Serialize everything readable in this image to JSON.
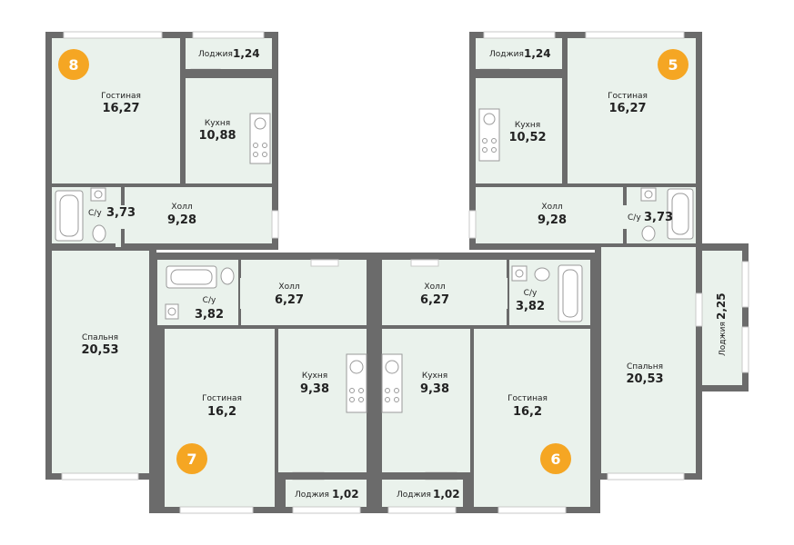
{
  "badges": {
    "apt8": "8",
    "apt5": "5",
    "apt7": "7",
    "apt6": "6"
  },
  "apt8": {
    "living": {
      "label": "Гостиная",
      "area": "16,27"
    },
    "loggia": {
      "label": "Лоджия",
      "area": "1,24"
    },
    "kitchen": {
      "label": "Кухня",
      "area": "10,88"
    },
    "bath": {
      "label": "С/у",
      "area": "3,73"
    },
    "hall": {
      "label": "Холл",
      "area": "9,28"
    },
    "bedroom": {
      "label": "Спальня",
      "area": "20,53"
    }
  },
  "apt5": {
    "loggia": {
      "label": "Лоджия",
      "area": "1,24"
    },
    "living": {
      "label": "Гостиная",
      "area": "16,27"
    },
    "kitchen": {
      "label": "Кухня",
      "area": "10,52"
    },
    "hall": {
      "label": "Холл",
      "area": "9,28"
    },
    "bath": {
      "label": "С/у",
      "area": "3,73"
    },
    "bedroom": {
      "label": "Спальня",
      "area": "20,53"
    },
    "loggia2": {
      "label": "Лоджия",
      "area": "2,25"
    }
  },
  "apt7": {
    "bath": {
      "label": "С/у",
      "area": "3,82"
    },
    "hall": {
      "label": "Холл",
      "area": "6,27"
    },
    "kitchen": {
      "label": "Кухня",
      "area": "9,38"
    },
    "living": {
      "label": "Гостиная",
      "area": "16,2"
    },
    "loggia": {
      "label": "Лоджия",
      "area": "1,02"
    }
  },
  "apt6": {
    "hall": {
      "label": "Холл",
      "area": "6,27"
    },
    "bath": {
      "label": "С/у",
      "area": "3,82"
    },
    "kitchen": {
      "label": "Кухня",
      "area": "9,38"
    },
    "living": {
      "label": "Гостиная",
      "area": "16,2"
    },
    "loggia": {
      "label": "Лоджия",
      "area": "1,02"
    }
  },
  "colors": {
    "wall": "#6b6b6b",
    "room": "#eaf2ec",
    "badge": "#f5a623"
  }
}
